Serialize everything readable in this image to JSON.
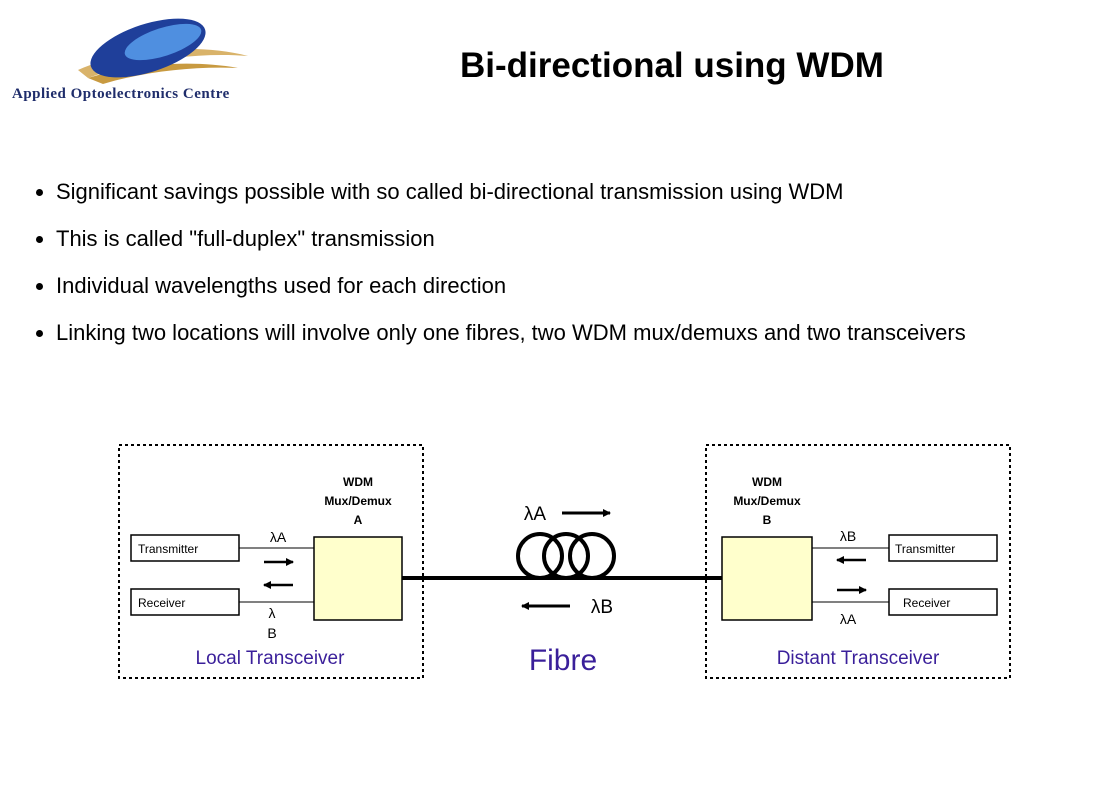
{
  "logo": {
    "text": "Applied Optoelectronics Centre"
  },
  "title": "Bi-directional using WDM",
  "bullets": [
    "Significant savings possible with so called bi-directional transmission using WDM",
    "This is called \"full-duplex\" transmission",
    "Individual wavelengths used for each direction",
    "Linking two locations will involve only one fibres,  two WDM mux/demuxs and two transceivers"
  ],
  "diagram": {
    "local": {
      "caption": "Local Transceiver",
      "transmitter": "Transmitter",
      "receiver": "Receiver",
      "mux_line1": "WDM",
      "mux_line2": "Mux/Demux",
      "mux_line3": "A",
      "tx_lambda": "λA",
      "rx_lambda_1": "λ",
      "rx_lambda_2": "B"
    },
    "distant": {
      "caption": "Distant Transceiver",
      "transmitter": "Transmitter",
      "receiver": "Receiver",
      "mux_line1": "WDM",
      "mux_line2": "Mux/Demux",
      "mux_line3": "B",
      "tx_lambda": "λB",
      "rx_lambda": "λA"
    },
    "fibre": {
      "label": "Fibre",
      "forward_lambda": "λA",
      "backward_lambda": "λB"
    }
  },
  "colors": {
    "caption": "#3a1f9a",
    "mux_fill": "#ffffcc",
    "logo_dark": "#1f3f9a",
    "logo_light": "#3f7fd0",
    "logo_gold": "#c89a40"
  }
}
